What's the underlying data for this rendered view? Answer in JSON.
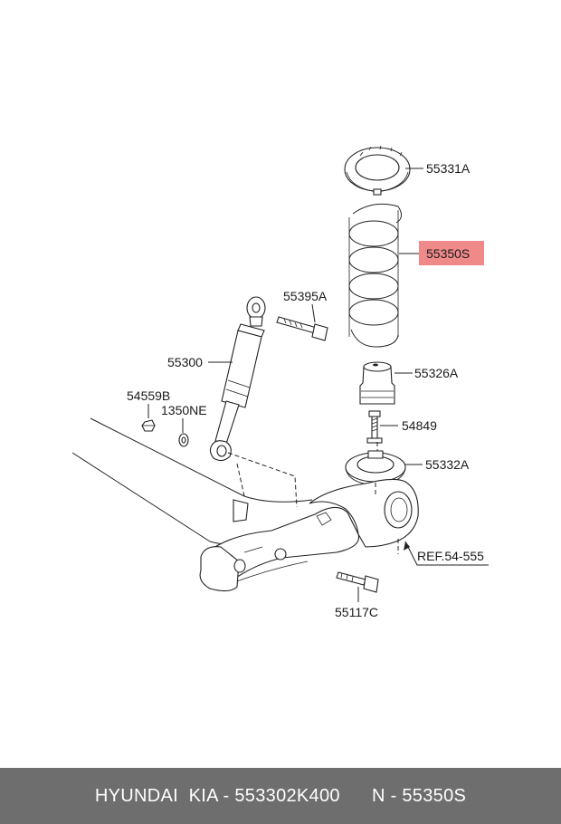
{
  "labels": {
    "seat_upper": "55331A",
    "spring": "55350S",
    "bolt_upper": "55395A",
    "shock": "55300",
    "nut": "54559B",
    "washer": "1350NE",
    "bumper": "55326A",
    "bolt_mid": "54849",
    "seat_lower": "55332A",
    "ref": "REF.54-555",
    "bolt_lower": "55117C"
  },
  "highlight_color": "#f08a8a",
  "footer": {
    "brand": "HYUNDAI  KIA - 553302K400",
    "part": "N - 55350S"
  }
}
